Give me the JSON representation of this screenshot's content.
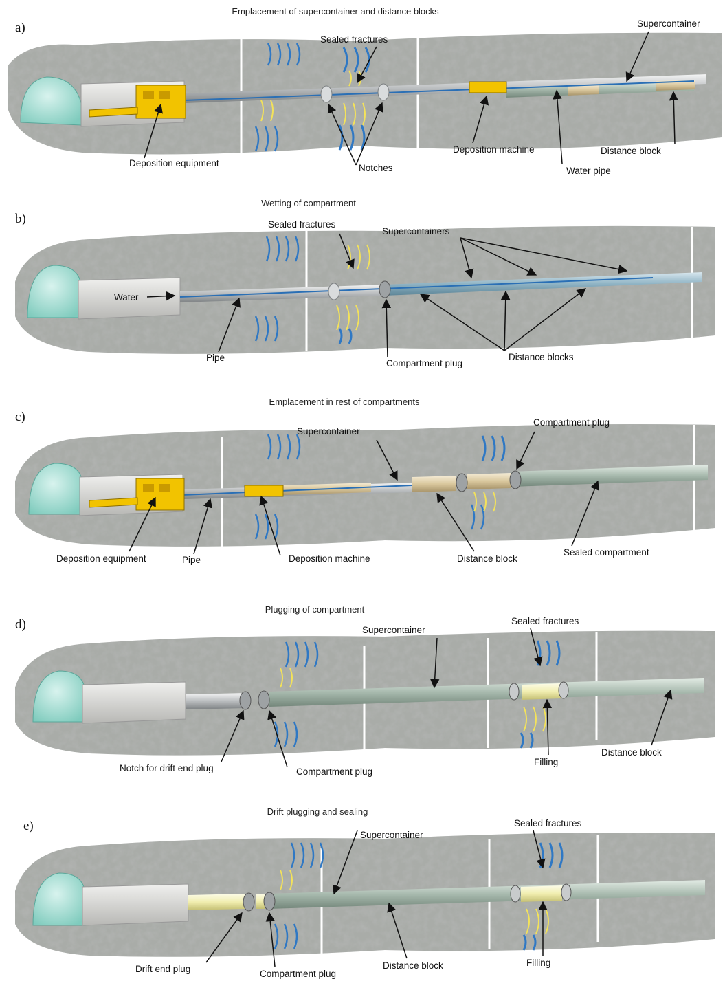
{
  "panels": [
    {
      "letter": "a)",
      "title": "Emplacement of supercontainer and distance blocks",
      "labels": {
        "deposition_equipment": "Deposition equipment",
        "sealed_fractures": "Sealed fractures",
        "notches": "Notches",
        "deposition_machine": "Deposition machine",
        "water_pipe": "Water pipe",
        "supercontainer": "Supercontainer",
        "distance_block": "Distance block"
      }
    },
    {
      "letter": "b)",
      "title": "Wetting of compartment",
      "labels": {
        "water": "Water",
        "sealed_fractures": "Sealed fractures",
        "supercontainers": "Supercontainers",
        "pipe": "Pipe",
        "compartment_plug": "Compartment plug",
        "distance_blocks": "Distance blocks"
      }
    },
    {
      "letter": "c)",
      "title": "Emplacement in rest of compartments",
      "labels": {
        "supercontainer": "Supercontainer",
        "compartment_plug": "Compartment plug",
        "deposition_equipment": "Deposition equipment",
        "pipe": "Pipe",
        "deposition_machine": "Deposition machine",
        "distance_block": "Distance block",
        "sealed_compartment": "Sealed compartment"
      }
    },
    {
      "letter": "d)",
      "title": "Plugging of compartment",
      "labels": {
        "supercontainer": "Supercontainer",
        "sealed_fractures": "Sealed fractures",
        "notch_drift_end_plug": "Notch for drift end plug",
        "compartment_plug": "Compartment plug",
        "filling": "Filling",
        "distance_block": "Distance block"
      }
    },
    {
      "letter": "e)",
      "title": "Drift plugging and sealing",
      "labels": {
        "supercontainer": "Supercontainer",
        "sealed_fractures": "Sealed fractures",
        "drift_end_plug": "Drift end plug",
        "compartment_plug": "Compartment plug",
        "distance_block": "Distance block",
        "filling": "Filling"
      }
    }
  ],
  "colors": {
    "rock": "#a9aca8",
    "rock_dark": "#7d807c",
    "tunnel": "#a8e0d6",
    "concrete": "#d6d6d4",
    "machine_yellow": "#f2c300",
    "pipe_grey": "#b9bcbe",
    "pipe_blue": "#2a6fb5",
    "supercontainer_blue": "#8fb3c4",
    "sealed_green": "#a7b9ad",
    "distance_tan": "#d9c79d",
    "filling_yellow": "#f1eeb0",
    "fracture_blue": "#2f78c4",
    "fracture_yellow": "#f3e25a"
  }
}
